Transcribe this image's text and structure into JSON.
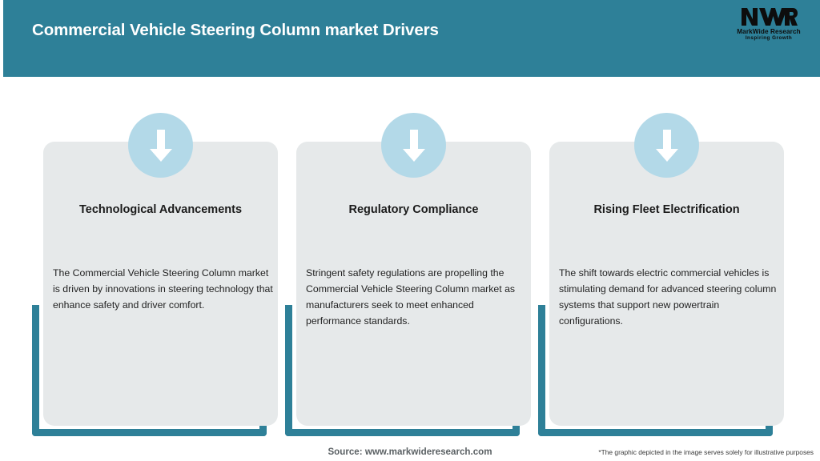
{
  "header": {
    "title": "Commercial Vehicle Steering Column market Drivers",
    "background_color": "#2e8098",
    "title_color": "#ffffff"
  },
  "logo": {
    "mark_text": "MWR",
    "company_name": "MarkWide Research",
    "tagline": "Inspiring Growth",
    "icon_name": "mwr-logo-icon"
  },
  "cards": [
    {
      "icon_name": "down-arrow-icon",
      "title": "Technological Advancements",
      "text": "The Commercial Vehicle Steering Column market is driven by innovations in steering technology that enhance safety and driver comfort."
    },
    {
      "icon_name": "down-arrow-icon",
      "title": "Regulatory Compliance",
      "text": "Stringent safety regulations are propelling the Commercial Vehicle Steering Column market as manufacturers seek to meet enhanced performance standards."
    },
    {
      "icon_name": "down-arrow-icon",
      "title": "Rising Fleet Electrification",
      "text": "The shift towards electric commercial vehicles is stimulating demand for advanced steering column systems that support new powertrain configurations."
    }
  ],
  "footer": {
    "source": "Source: www.markwideresearch.com",
    "disclaimer": "*The graphic depicted in the image serves solely for illustrative purposes"
  },
  "colors": {
    "accent_teal": "#2e8098",
    "circle_blue": "#b3d9e8",
    "card_gray": "#e6e9ea"
  }
}
